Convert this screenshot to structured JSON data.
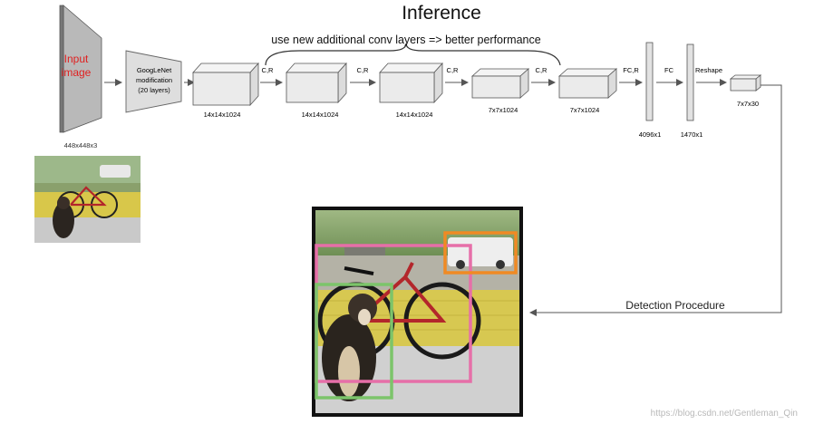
{
  "title": "Inference",
  "subtitle": "use new additional conv layers => better performance",
  "input": {
    "label_line1": "Input",
    "label_line2": "image",
    "size": "448x448x3"
  },
  "googlenet": {
    "line1": "GoogLeNet",
    "line2": "modification",
    "line3": "(20 layers)"
  },
  "layers": [
    {
      "size": "14x14x1024"
    },
    {
      "size": "14x14x1024"
    },
    {
      "size": "14x14x1024"
    },
    {
      "size": "7x7x1024"
    },
    {
      "size": "7x7x1024"
    }
  ],
  "ops": {
    "cr": "C,R",
    "fcr": "FC,R",
    "fc": "FC",
    "reshape": "Reshape"
  },
  "fc_layers": [
    {
      "size": "4096x1"
    },
    {
      "size": "1470x1"
    }
  ],
  "output": {
    "size": "7x7x30"
  },
  "detection_label": "Detection Procedure",
  "watermark": "https://blog.csdn.net/Gentleman_Qin",
  "colors": {
    "input_label": "#e02020",
    "box_pink": "#e66fa8",
    "box_orange": "#f08a24",
    "box_green": "#7cc46a"
  }
}
